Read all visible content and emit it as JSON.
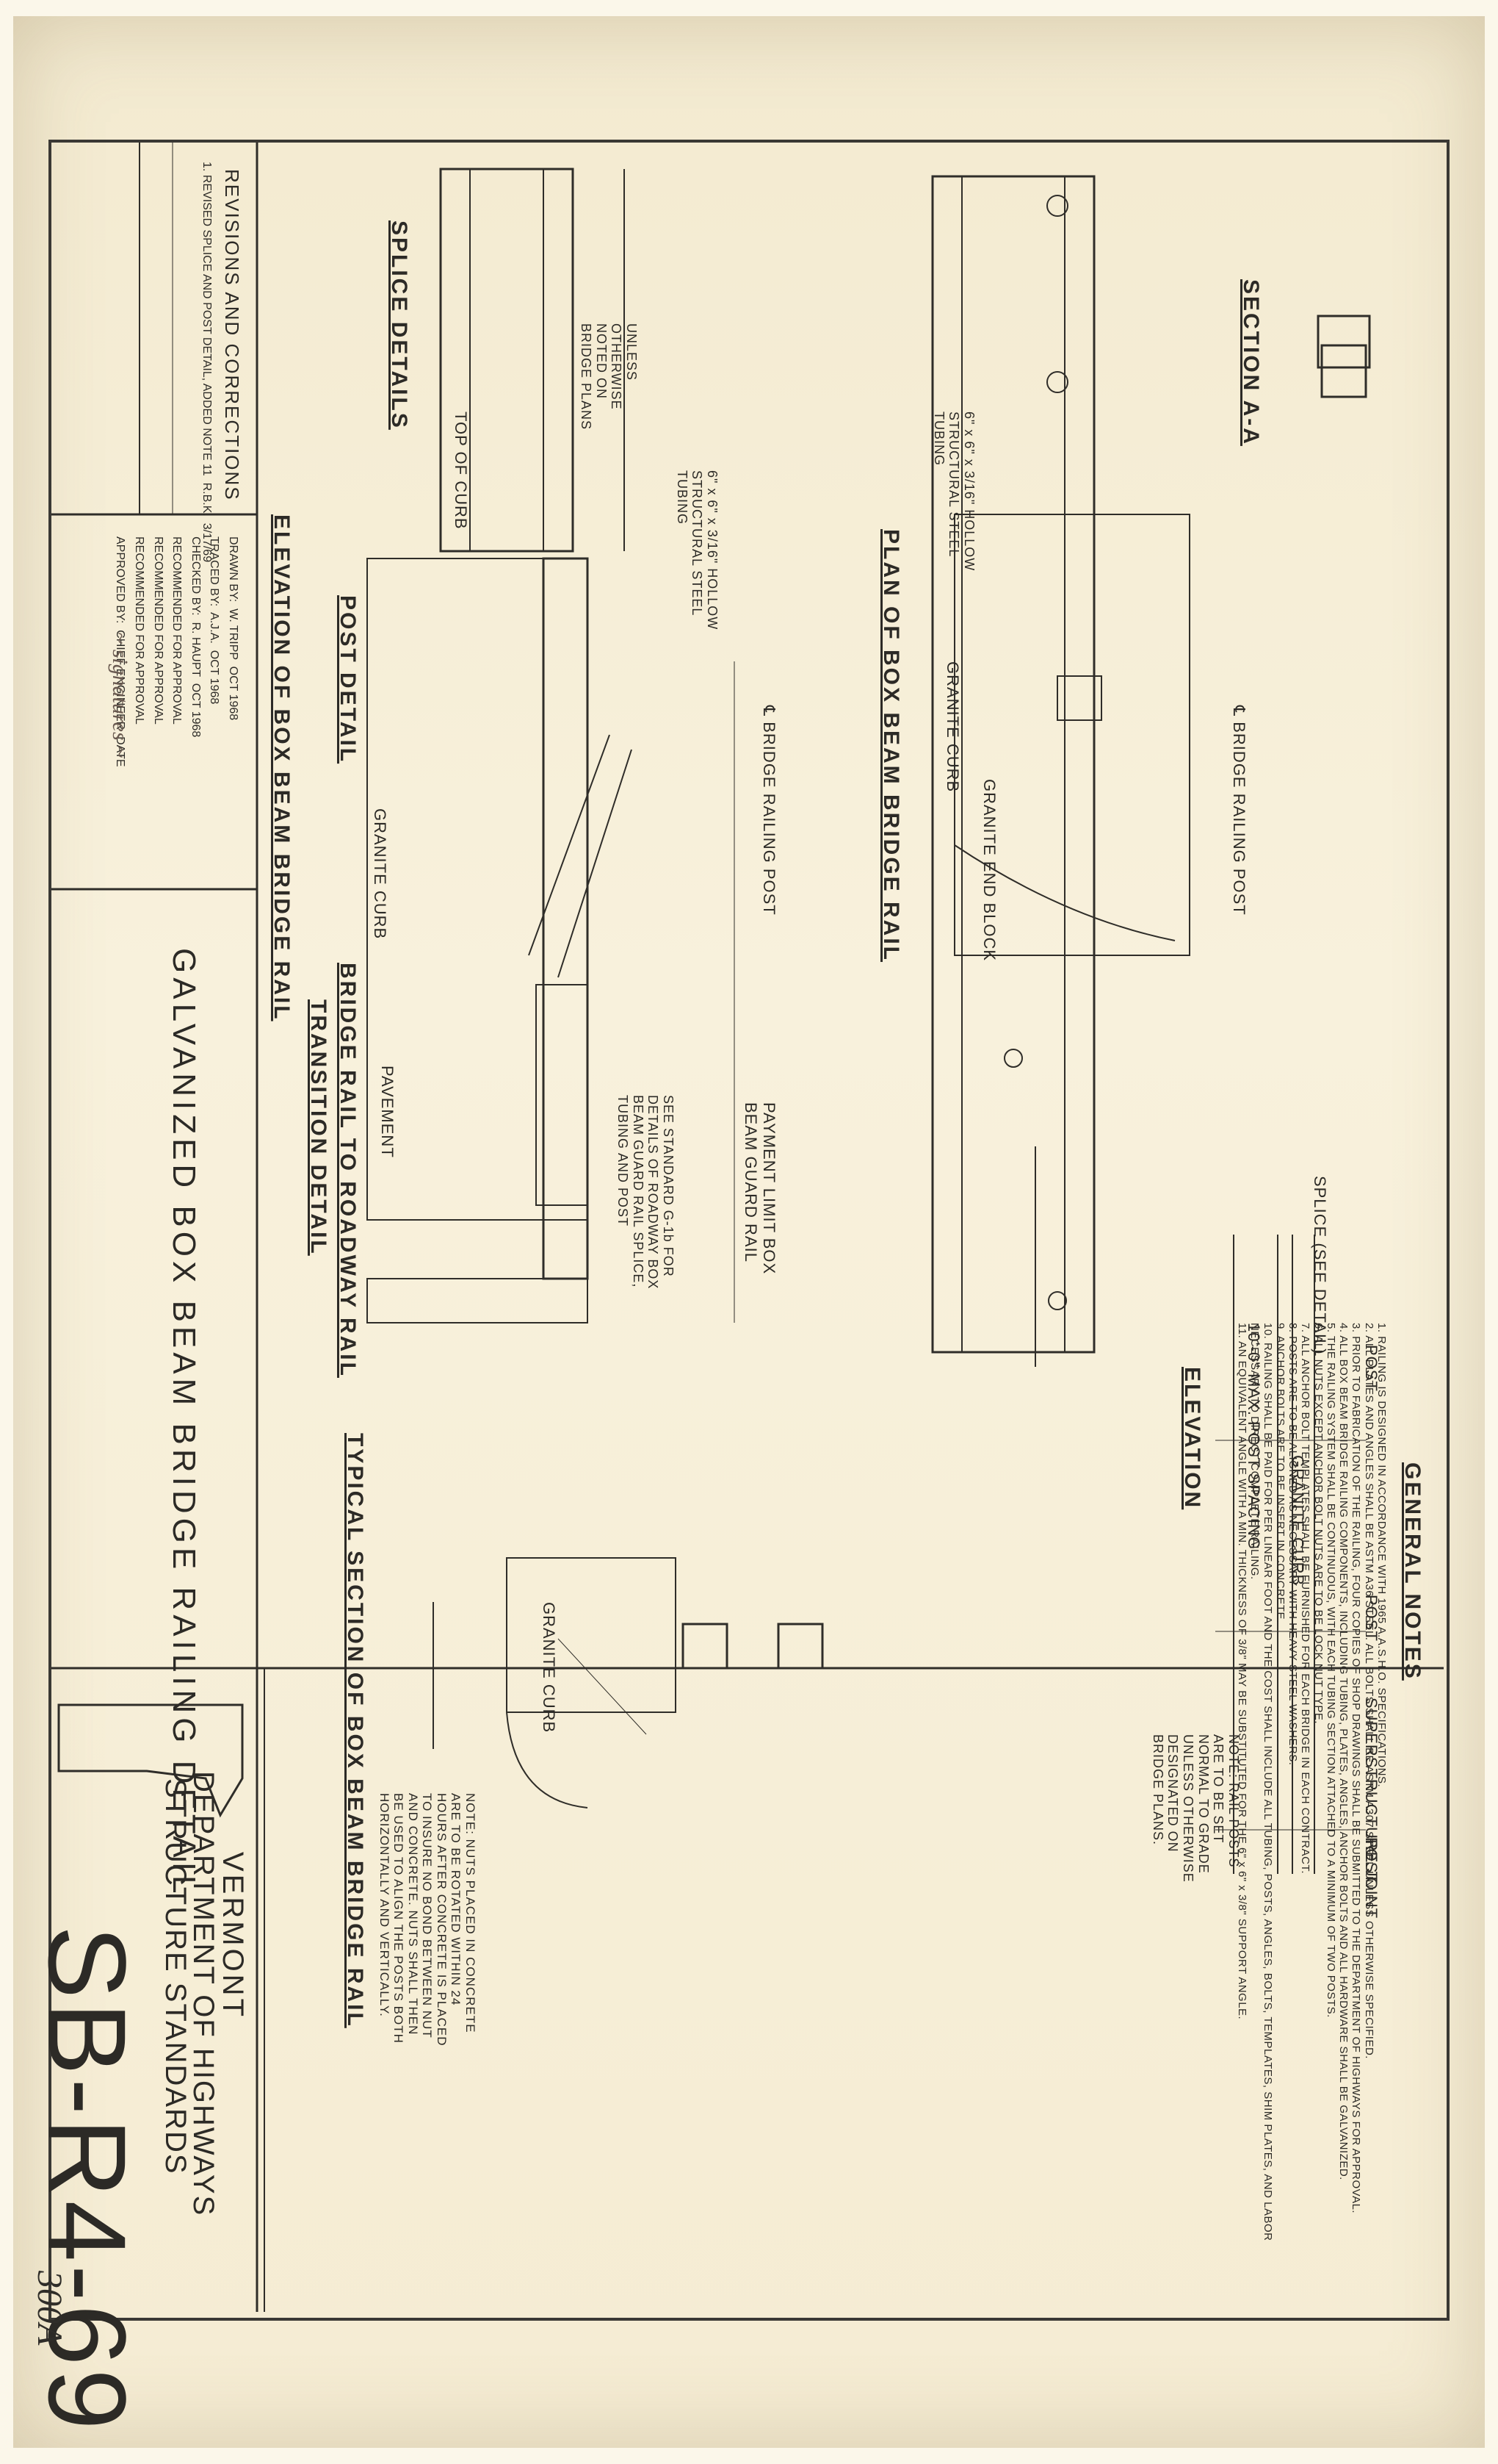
{
  "title_block": {
    "title": "GALVANIZED BOX BEAM BRIDGE RAILING DETAIL",
    "agency_line1": "VERMONT",
    "agency_line2": "DEPARTMENT OF HIGHWAYS",
    "agency_line3": "STRUCTURE STANDARDS",
    "drawing_number": "SB-R4-69",
    "sheet_mark": "300A"
  },
  "revisions": {
    "heading": "REVISIONS AND CORRECTIONS",
    "items": [
      "1. REVISED SPLICE AND POST DETAIL, ADDED NOTE 11  R.B.K.  3/17/69"
    ]
  },
  "credits": {
    "drawn_by_label": "DRAWN BY:",
    "drawn_by": "W. TRIPP",
    "drawn_date": "OCT 1968",
    "traced_by_label": "TRACED BY:",
    "traced_by": "A.J.A.",
    "traced_date": "OCT 1968",
    "checked_by_label": "CHECKED BY:",
    "checked_by": "R. HAUPT",
    "checked_date": "OCT 1968",
    "recommended1": "RECOMMENDED FOR APPROVAL",
    "recommended2": "RECOMMENDED FOR APPROVAL",
    "recommended3": "RECOMMENDED FOR APPROVAL",
    "approved_by": "APPROVED BY:",
    "chief_engineer": "CHIEF ENGINEER",
    "date_label": "DATE"
  },
  "views": {
    "section_aa": "SECTION A-A",
    "plan": "PLAN OF BOX BEAM BRIDGE RAIL",
    "elevation": "ELEVATION",
    "splice": "SPLICE DETAILS",
    "post_detail": "POST DETAIL",
    "elevation_box": "ELEVATION OF BOX BEAM BRIDGE RAIL",
    "transition1": "BRIDGE RAIL TO ROADWAY RAIL",
    "transition2": "TRANSITION DETAIL",
    "typical_section": "TYPICAL SECTION OF BOX BEAM BRIDGE RAIL"
  },
  "labels": {
    "bridge_railing_post": "℄ BRIDGE RAILING POST",
    "granite_curb": "GRANITE CURB",
    "granite_end_block": "GRANITE END BLOCK",
    "pavement": "PAVEMENT",
    "payment_limit": "PAYMENT LIMIT BOX BEAM GUARD RAIL",
    "standard_note": "SEE STANDARD G-1b FOR DETAILS OF ROADWAY BOX BEAM GUARD RAIL SPLICE, TUBING AND POST",
    "max_post_spacing": "10'-0\" MAX. POST SPACING",
    "splice_see_detail": "SPLICE (SEE DETAIL)",
    "superstructure_joint": "SUPERSTRUCTURE JOINT",
    "post": "POST",
    "hollow_tube": "6\" x 6\" x 3/16\" HOLLOW STRUCTURAL STEEL TUBING",
    "unless_noted": "UNLESS OTHERWISE NOTED ON BRIDGE PLANS",
    "top_of_curb": "TOP OF CURB",
    "rail_note": "NOTE: RAIL POSTS ARE TO BE SET NORMAL TO GRADE UNLESS OTHERWISE DESIGNATED ON BRIDGE PLANS.",
    "typical_note": "NOTE: NUTS PLACED IN CONCRETE ARE TO BE ROTATED WITHIN 24 HOURS AFTER CONCRETE IS PLACED TO INSURE NO BOND BETWEEN NUT AND CONCRETE. NUTS SHALL THEN BE USED TO ALIGN THE POSTS BOTH HORIZONTALLY AND VERTICALLY."
  },
  "general_notes": {
    "heading": "GENERAL NOTES",
    "items": [
      "1. RAILING IS DESIGNED IN ACCORDANCE WITH 1965 A.A.S.H.O. SPECIFICATIONS.",
      "2. ALL PLATES AND ANGLES SHALL BE ASTM A36 STEEL. ALL BOLTS SHALL BE ASTM A307 STEEL UNLESS OTHERWISE SPECIFIED.",
      "3. PRIOR TO FABRICATION OF THE RAILING, FOUR COPIES OF SHOP DRAWINGS SHALL BE SUBMITTED TO THE DEPARTMENT OF HIGHWAYS FOR APPROVAL.",
      "4. ALL BOX BEAM BRIDGE RAILING COMPONENTS, INCLUDING TUBING, PLATES, ANGLES, ANCHOR BOLTS AND ALL HARDWARE SHALL BE GALVANIZED.",
      "5. THE RAILING SYSTEM SHALL BE CONTINUOUS, WITH EACH TUBING SECTION ATTACHED TO A MINIMUM OF TWO POSTS.",
      "6. ALL NUTS EXCEPT ANCHOR BOLT NUTS ARE TO BE LOCK NUT TYPE.",
      "7. ALL ANCHOR BOLT TEMPLATES SHALL BE FURNISHED FOR EACH BRIDGE IN EACH CONTRACT.",
      "8. POSTS ARE TO BE ALIGNED AS NECESSARY WITH HEAVY STEEL WASHERS.",
      "9. ANCHOR BOLTS ARE TO BE INSERT IN CONCRETE.",
      "10. RAILING SHALL BE PAID FOR PER LINEAR FOOT AND THE COST SHALL INCLUDE ALL TUBING, POSTS, ANGLES, BOLTS, TEMPLATES, SHIM PLATES, AND LABOR NECESSARY TO DIRECT COMPLETE RAILING.",
      "11. AN EQUIVALENT ANGLE WITH A MIN. THICKNESS OF 3/8\" MAY BE SUBSTITUTED FOR THE 6\" x 6\" x 3/8\" SUPPORT ANGLE."
    ]
  }
}
